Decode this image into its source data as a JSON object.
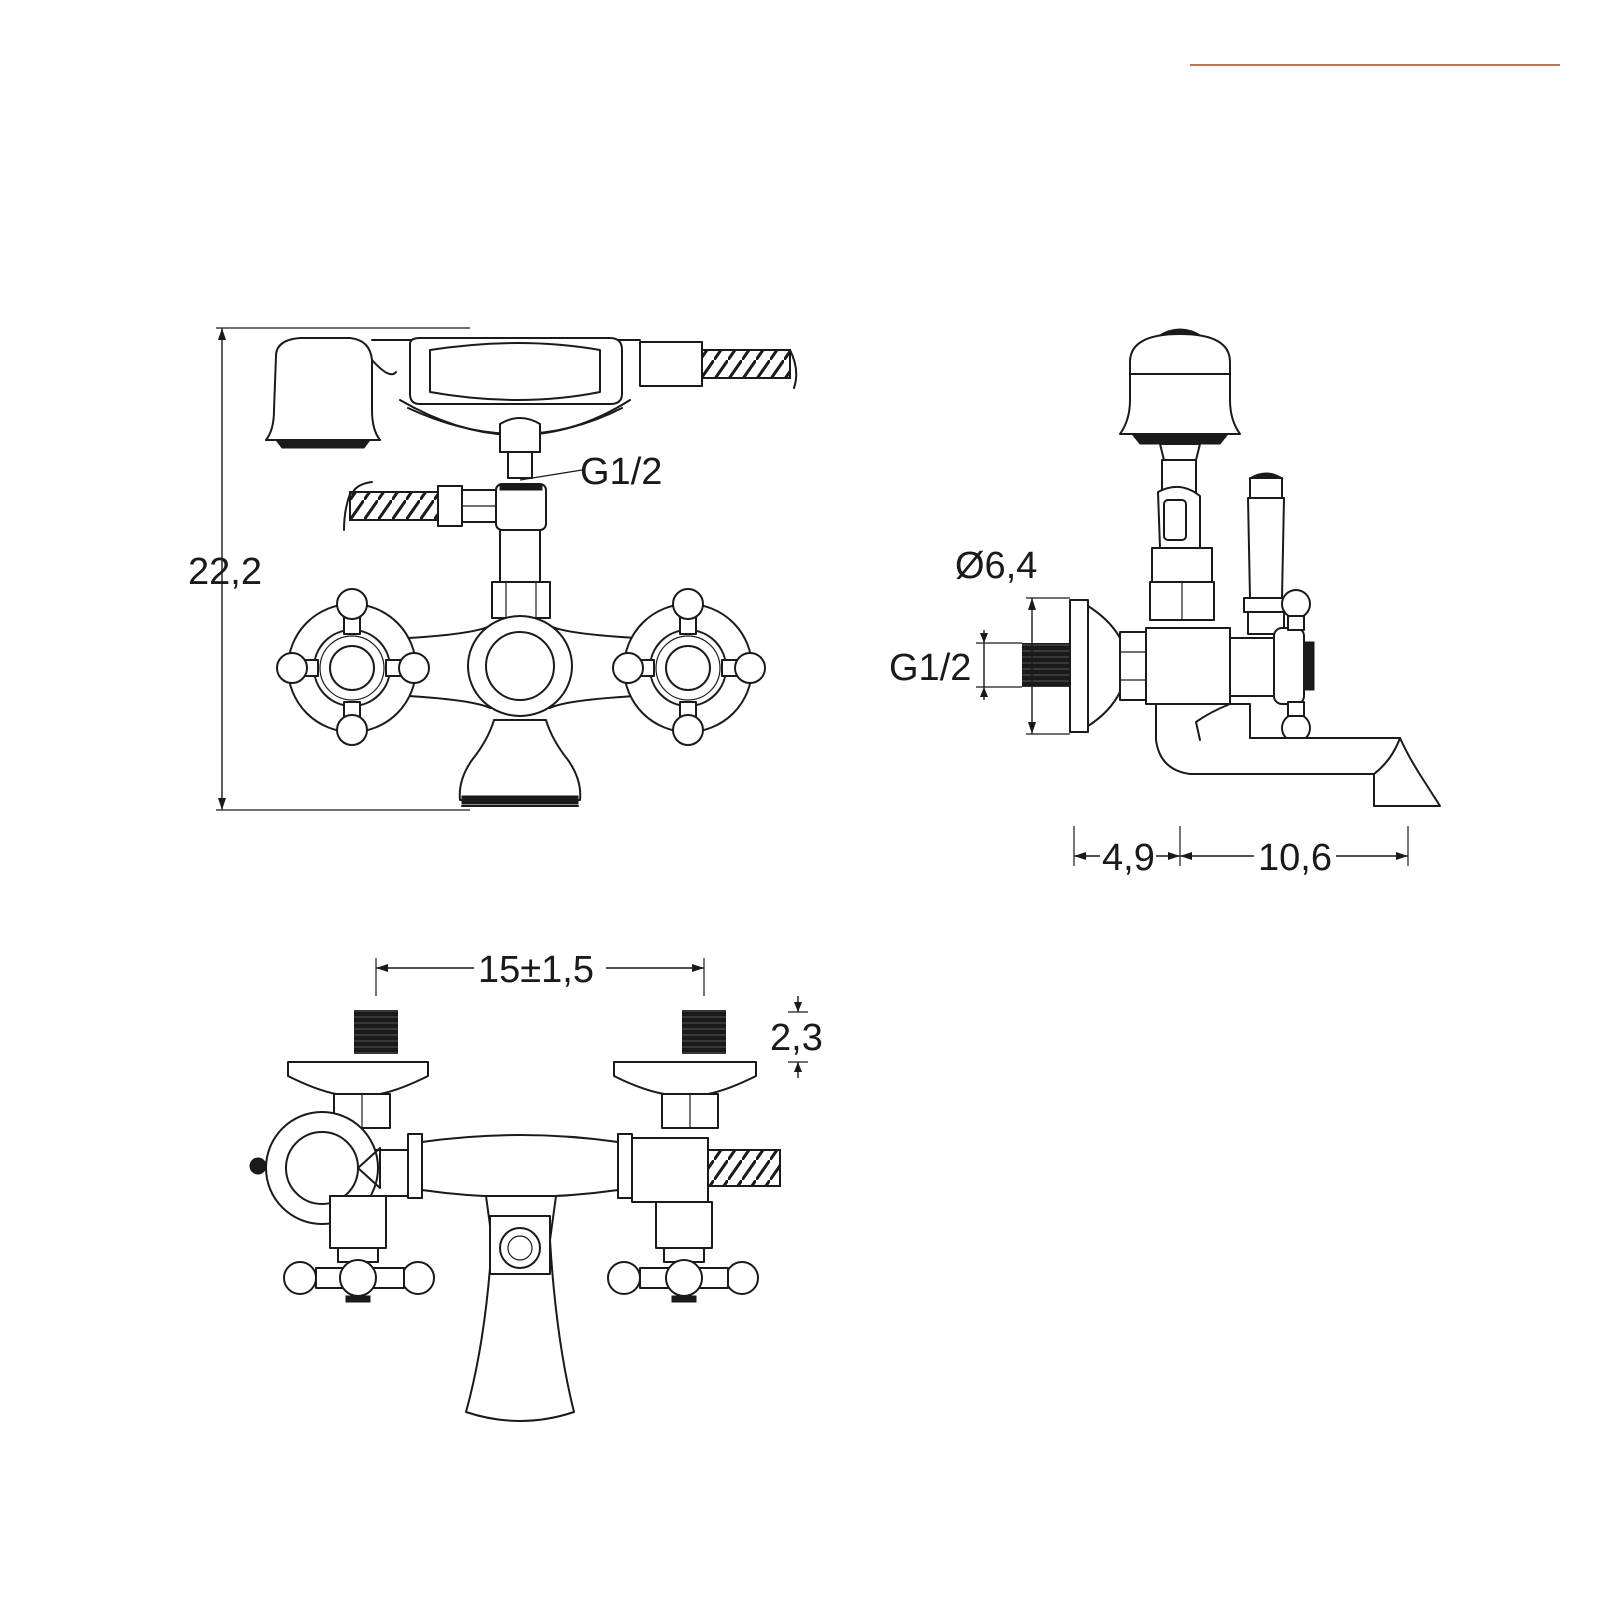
{
  "colors": {
    "accent": "#c0714a",
    "line": "#1a1a1a",
    "background": "#ffffff"
  },
  "front_view": {
    "height_label": "22,2",
    "thread_label": "G1/2"
  },
  "side_view": {
    "diameter_label": "Ø6,4",
    "thread_label": "G1/2",
    "wall_offset_label": "4,9",
    "spout_reach_label": "10,6"
  },
  "top_view": {
    "centers_label": "15±1,5",
    "thread_length_label": "2,3"
  }
}
